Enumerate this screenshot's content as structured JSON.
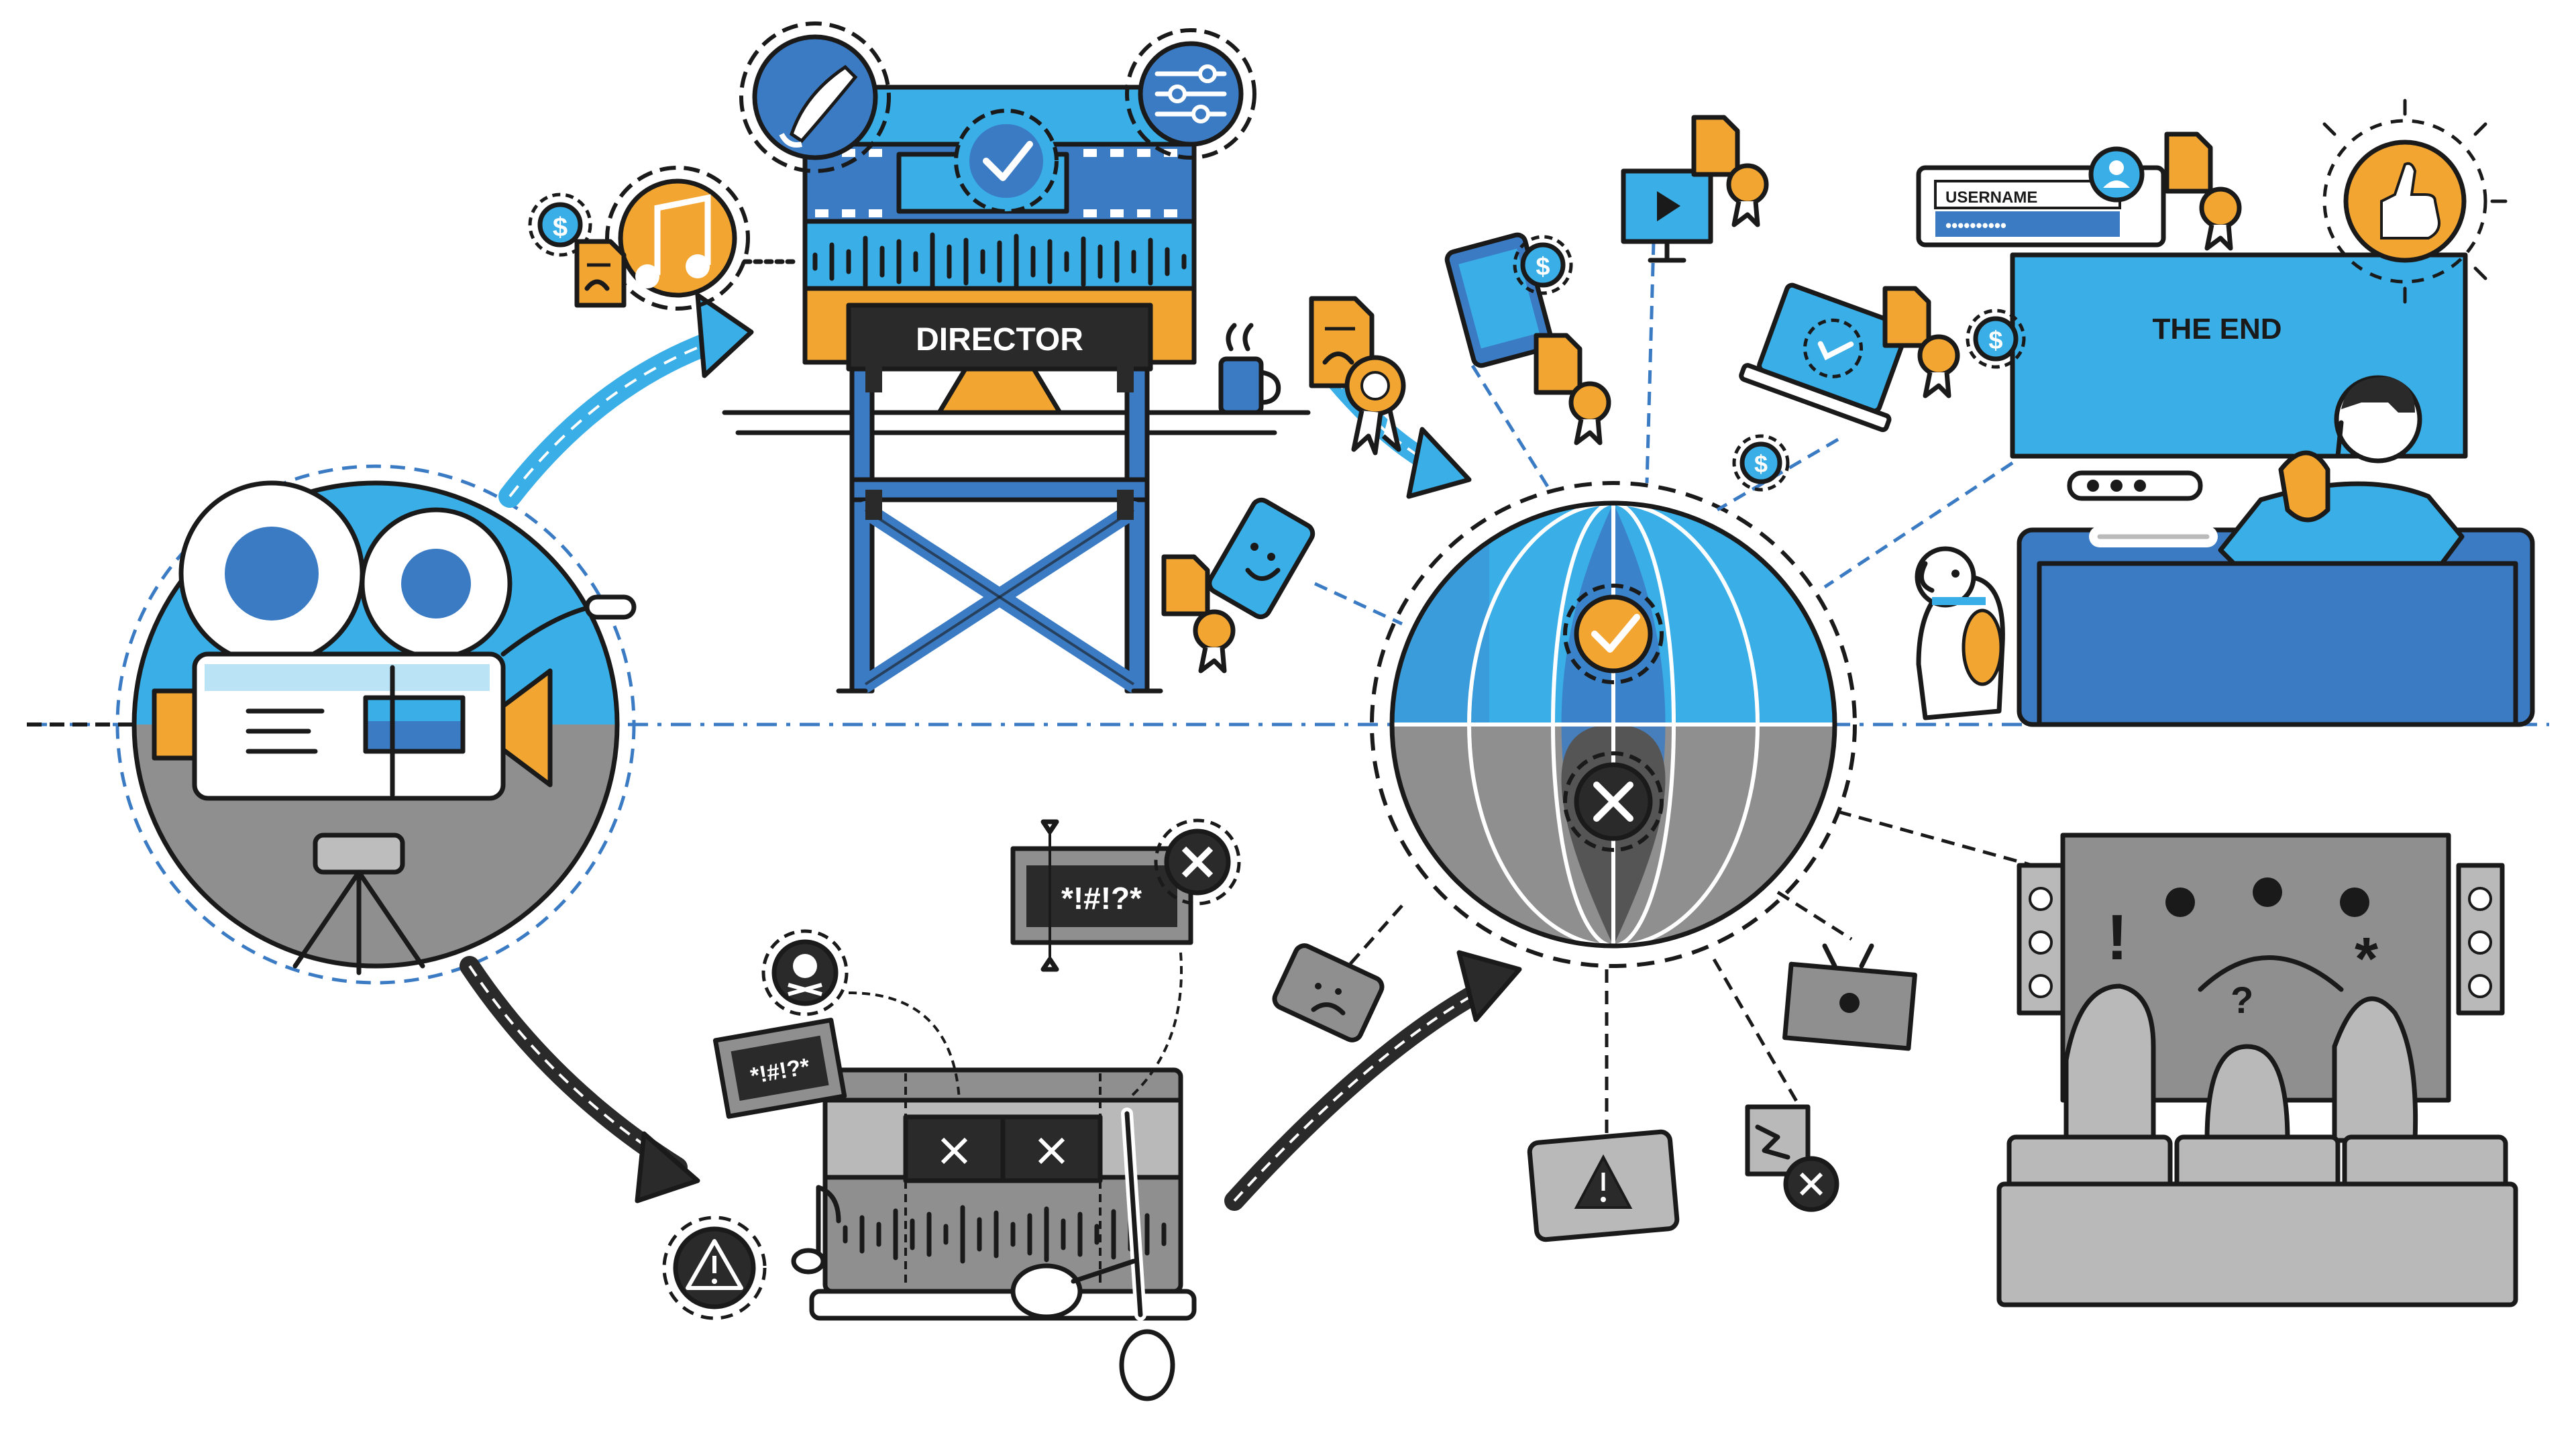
{
  "scene": {
    "director_sign": "DIRECTOR",
    "tv_text": "THE END",
    "login_label": "USERNAME",
    "password_mask": "••••••••••",
    "censored_text_1": "*!#!?*",
    "censored_text_2": "*!#!?*",
    "crowd_symbols": [
      "!",
      "?",
      "*"
    ],
    "currency_symbol": "$"
  },
  "palette": {
    "blue": "#3aaee6",
    "dark_blue": "#3b7bc4",
    "orange": "#f2a531",
    "gray": "#8f8f8f",
    "light_gray": "#b9b9b9",
    "ink": "#1a1a1a"
  },
  "icons": [
    "film-camera-icon",
    "director-chair-icon",
    "paintbrush-icon",
    "sliders-icon",
    "checkmark-icon",
    "music-note-icon",
    "dollar-coin-icon",
    "certificate-icon",
    "coffee-mug-icon",
    "globe-icon",
    "cross-icon",
    "tablet-icon",
    "monitor-icon",
    "laptop-icon",
    "smartphone-icon",
    "thumbs-up-icon",
    "user-icon",
    "skull-icon",
    "warning-icon",
    "scissors-icon",
    "tv-icon",
    "speaker-icon"
  ]
}
